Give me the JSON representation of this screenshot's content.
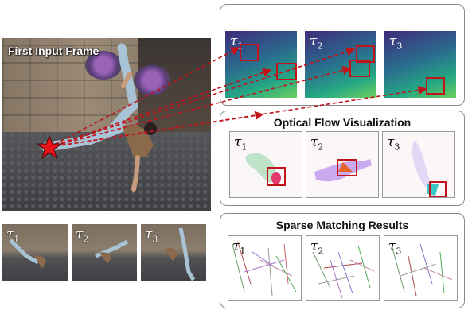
{
  "main_frame": {
    "title": "First Input Frame"
  },
  "thumbnails": [
    {
      "tau": "τ",
      "sub": "1"
    },
    {
      "tau": "τ",
      "sub": "2"
    },
    {
      "tau": "τ",
      "sub": "3"
    }
  ],
  "depth_panel": {
    "images": [
      {
        "tau": "τ",
        "sub": "1"
      },
      {
        "tau": "τ",
        "sub": "2"
      },
      {
        "tau": "τ",
        "sub": "3"
      }
    ]
  },
  "flow_panel": {
    "title": "Optical Flow Visualization",
    "images": [
      {
        "tau": "τ",
        "sub": "1"
      },
      {
        "tau": "τ",
        "sub": "2"
      },
      {
        "tau": "τ",
        "sub": "3"
      }
    ]
  },
  "sparse_panel": {
    "title": "Sparse Matching Results",
    "images": [
      {
        "tau": "τ",
        "sub": "1"
      },
      {
        "tau": "τ",
        "sub": "2"
      },
      {
        "tau": "τ",
        "sub": "3"
      }
    ]
  },
  "colors": {
    "accent_red": "#c0141a",
    "star_red": "#e8141a",
    "panel_border": "#8a8a8a"
  }
}
